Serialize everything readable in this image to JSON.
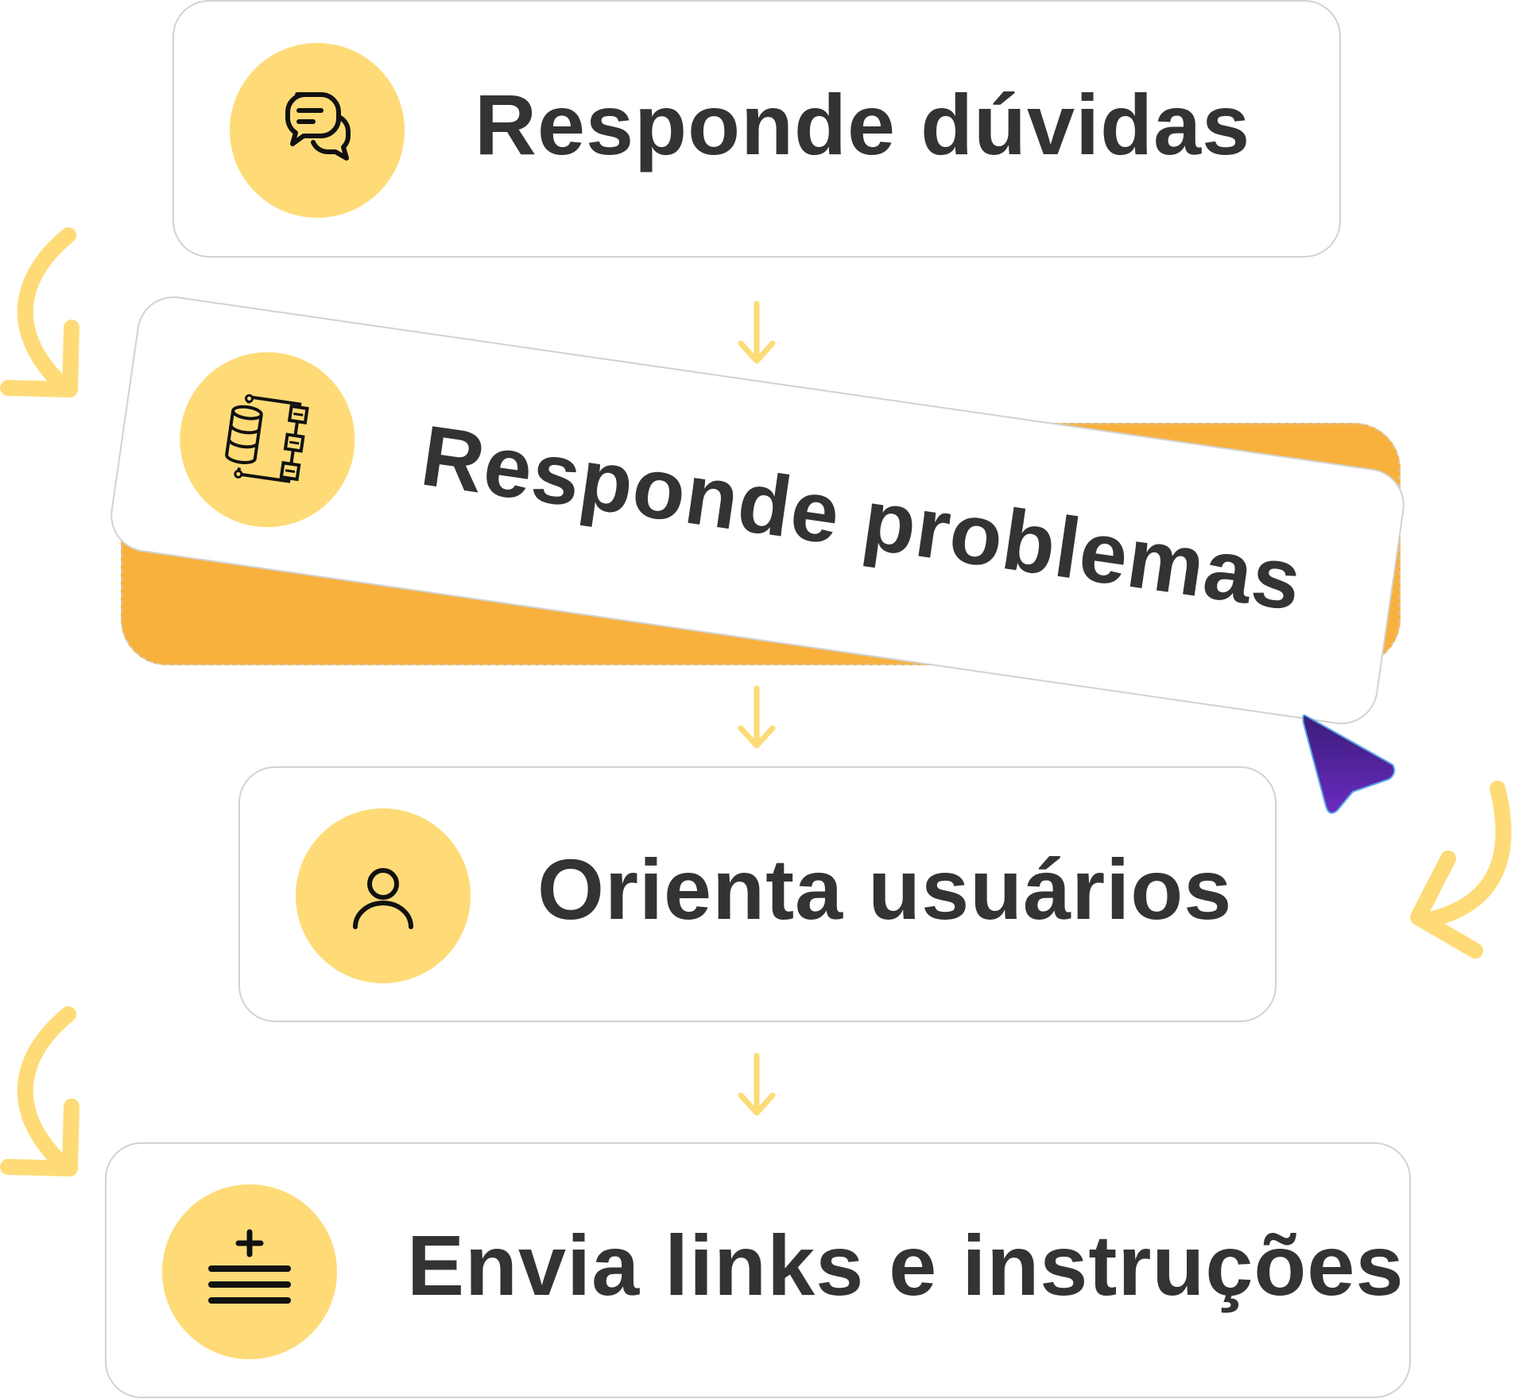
{
  "steps": [
    {
      "label": "Responde dúvidas",
      "icon": "chat-bubbles-icon"
    },
    {
      "label": "Responde problemas",
      "icon": "database-flow-icon"
    },
    {
      "label": "Orienta usuários",
      "icon": "user-icon"
    },
    {
      "label": "Envia links e instruções",
      "icon": "add-list-icon"
    }
  ],
  "colors": {
    "icon_background": "#fedb77",
    "highlight": "#f8b13d",
    "arrow": "#fedb77",
    "text": "#333333",
    "cursor_start": "#3b1d78",
    "cursor_end": "#6a2bc2"
  }
}
